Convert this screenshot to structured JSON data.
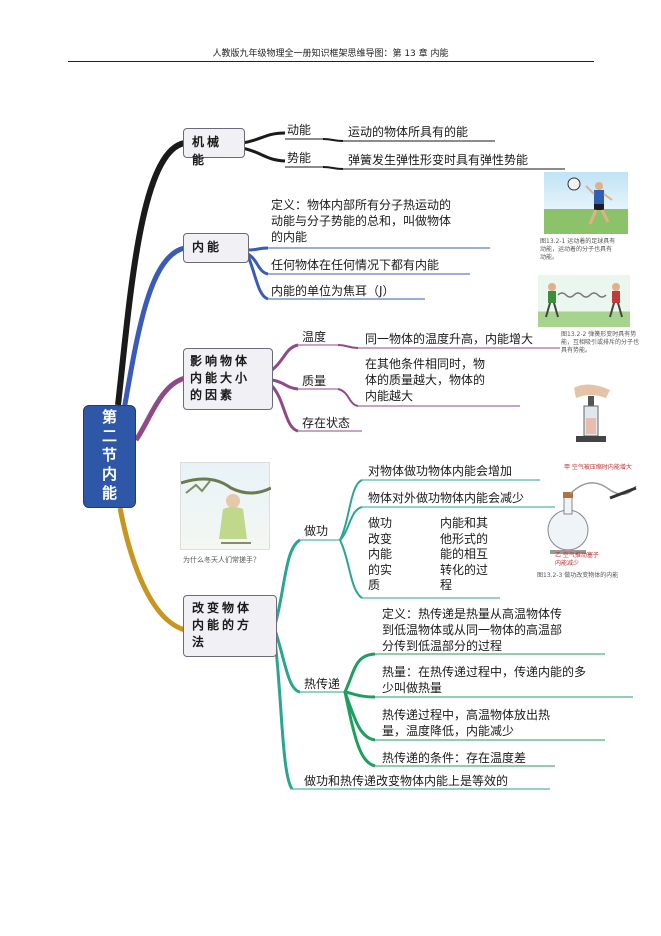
{
  "header": {
    "title": "人教版九年级物理全一册知识框架思维导图：第 13 章 内能"
  },
  "root": {
    "label": "第二节内能"
  },
  "colors": {
    "black": "#1a1a1a",
    "blue": "#3a5bb8",
    "purple": "#8e4a86",
    "gold": "#c8961e",
    "teal": "#2aa58f"
  },
  "mechanical": {
    "label": "机械能",
    "kinetic": {
      "label": "动能",
      "desc": "运动的物体所具有的能"
    },
    "potential": {
      "label": "势能",
      "desc": "弹簧发生弹性形变时具有弹性势能"
    }
  },
  "internal": {
    "label": "内能",
    "definition": "定义：物体内部所有分子热运动的\n动能与分子势能的总和，叫做物体\n的内能",
    "always": "任何物体在任何情况下都有内能",
    "unit": "内能的单位为焦耳（J）"
  },
  "factors": {
    "label": "影响物体\n内能大小\n的因素",
    "temperature": {
      "label": "温度",
      "desc": "同一物体的温度升高，内能增大"
    },
    "mass": {
      "label": "质量",
      "desc": "在其他条件相同时，物\n体的质量越大，物体的\n内能越大"
    },
    "state": {
      "label": "存在状态"
    }
  },
  "methods": {
    "label": "改变物体\n内能的方\n法",
    "work": {
      "label": "做功",
      "increase": "对物体做功物体内能会增加",
      "decrease": "物体对外做功物体内能会减少",
      "essence_left": "做功\n改变\n内能\n的实\n质",
      "essence_right": "内能和其\n他形式的\n能的相互\n转化的过\n程"
    },
    "heat": {
      "label": "热传递",
      "definition": "定义：热传递是热量从高温物体传\n到低温物体或从同一物体的高温部\n分传到低温部分的过程",
      "quantity": "热量：在热传递过程中，传递内能的多\n少叫做热量",
      "process": "热传递过程中，高温物体放出热\n量，温度降低，内能减少",
      "condition": "热传递的条件：存在温度差"
    },
    "equivalent": "做功和热传递改变物体内能上是等效的"
  },
  "figures": {
    "fig1_caption": "图13.2-1  运动着的足球具有\n动能，运动着的分子也具有\n动能。",
    "fig2_caption": "图13.2-2  弹簧形变时具有势\n能，互相吸引或排斥的分子也\n具有势能。",
    "fig3_caption": "为什么冬天人们常搓手？",
    "fig4_top": "甲  空气被压缩时内能增大",
    "fig4_left": "乙  空气推动塞子\n    内能减少",
    "fig4_caption": "图13.2-3   做功改变物体的内能"
  }
}
